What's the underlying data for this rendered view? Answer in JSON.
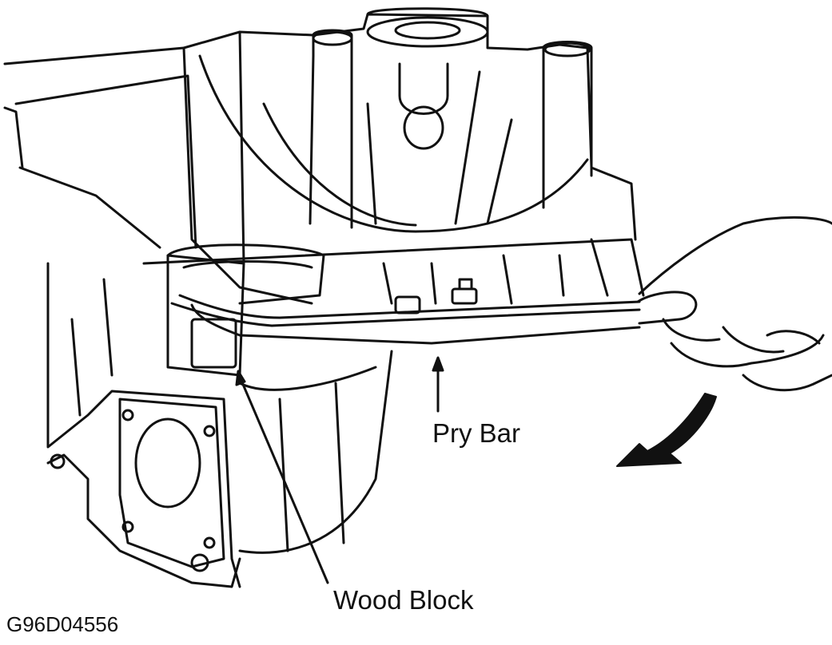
{
  "figure": {
    "labels": {
      "pry_bar": "Pry Bar",
      "wood_block": "Wood Block",
      "figure_code": "G96D04556"
    },
    "icons": {
      "direction": "curved-arrow-icon"
    },
    "colors": {
      "ink": "#111111",
      "paper": "#ffffff"
    }
  }
}
